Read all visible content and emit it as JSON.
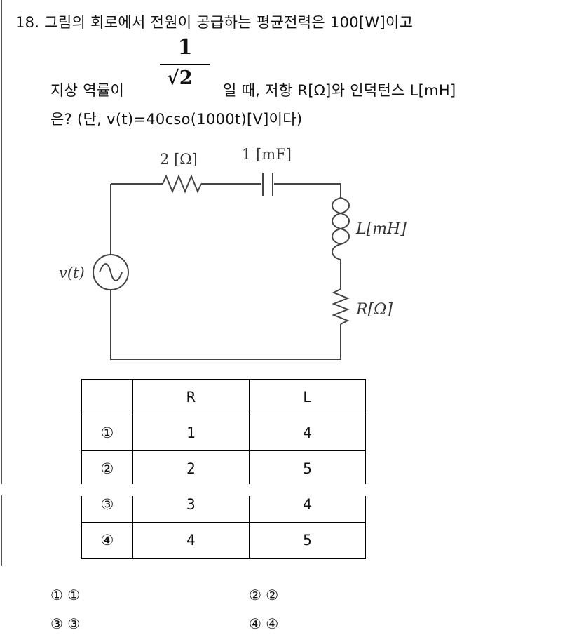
{
  "question": {
    "line1": "18. 그림의 회로에서 전원이 공급하는 평균전력은 100[W]이고",
    "line2_prefix": "지상 역률이",
    "pf_numerator": "1",
    "pf_denominator": "√2",
    "line2_suffix": "일 때, 저항 R[Ω]와 인덕턴스 L[mH]",
    "line3": "은? (단, v(t)=40cso(1000t)[V]이다)"
  },
  "circuit": {
    "resistor_label": "2 [Ω]",
    "capacitor_label": "1 [mF]",
    "inductor_label": "L[mH]",
    "r_label": "R[Ω]",
    "source_label": "v(t)"
  },
  "table": {
    "headers": [
      "",
      "R",
      "L"
    ],
    "rows": [
      [
        "①",
        "1",
        "4"
      ],
      [
        "②",
        "2",
        "5"
      ],
      [
        "③",
        "3",
        "4"
      ],
      [
        "④",
        "4",
        "5"
      ]
    ]
  },
  "answers": [
    "① ①",
    "② ②",
    "③ ③",
    "④ ④"
  ]
}
